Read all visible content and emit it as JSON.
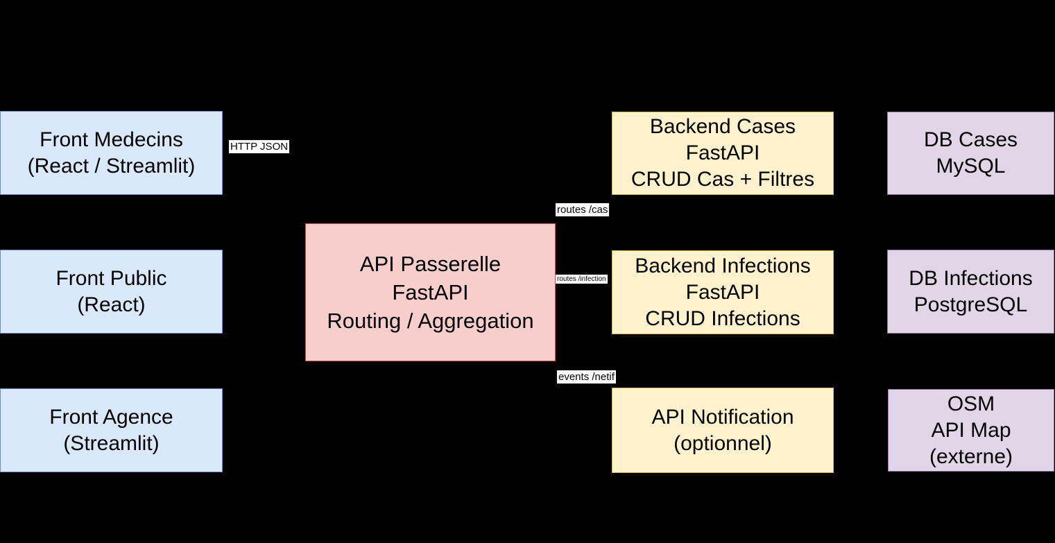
{
  "diagram": {
    "background": "#000000",
    "palette": {
      "frontend_fill": "#dae8fc",
      "frontend_stroke": "#6c8ebf",
      "gateway_fill": "#f8cecc",
      "gateway_stroke": "#b85450",
      "backend_fill": "#fff2cc",
      "backend_stroke": "#d6b656",
      "database_fill": "#e1d5e7",
      "database_stroke": "#9673a6",
      "edge_label_background": "#ffffff",
      "text_color": "#000000"
    },
    "nodes": {
      "front_medecins": {
        "label": "Front Medecins\n(React / Streamlit)"
      },
      "front_public": {
        "label": "Front Public\n(React)"
      },
      "front_agence": {
        "label": "Front Agence\n(Streamlit)"
      },
      "api_passerelle": {
        "label": "API Passerelle\nFastAPI\nRouting / Aggregation"
      },
      "backend_cases": {
        "label": "Backend Cases\nFastAPI\nCRUD Cas + Filtres"
      },
      "backend_infections": {
        "label": "Backend Infections\nFastAPI\nCRUD Infections"
      },
      "api_notification": {
        "label": "API Notification\n(optionnel)"
      },
      "db_cases": {
        "label": "DB Cases\nMySQL"
      },
      "db_infections": {
        "label": "DB Infections\nPostgreSQL"
      },
      "osm_api_map": {
        "label": "OSM\nAPI Map\n(externe)"
      }
    },
    "edge_labels": {
      "http_json": "HTTP JSON",
      "routes_cas": "routes /cas",
      "routes_infection": "routes /infection",
      "events_netif": "events /netif"
    }
  }
}
